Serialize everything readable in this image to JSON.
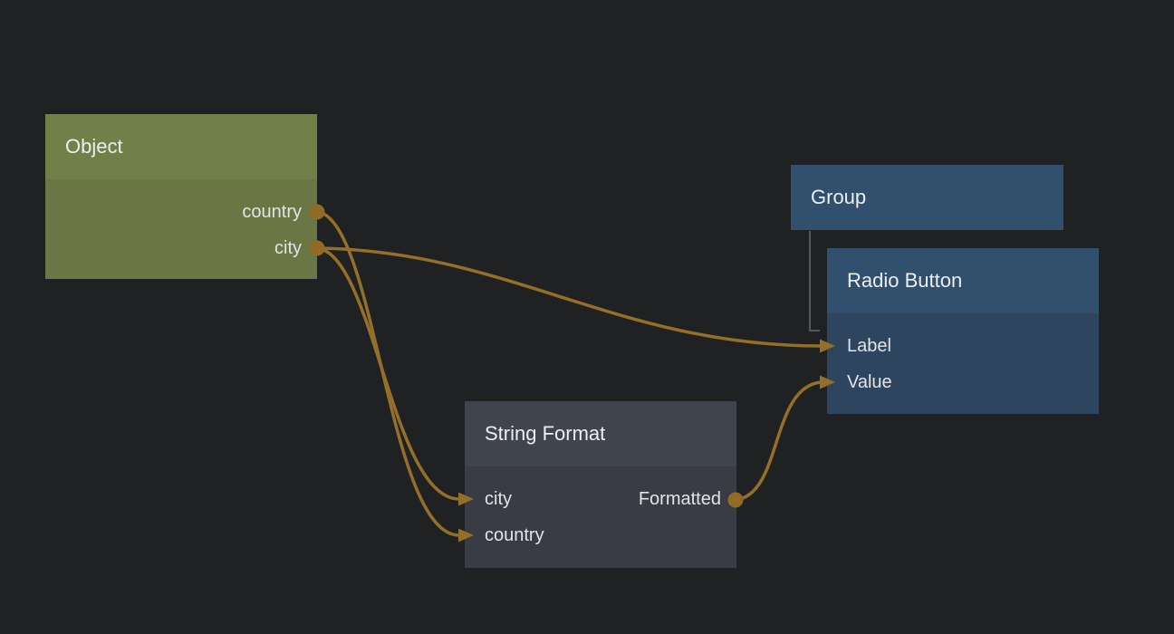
{
  "canvas": {
    "background_color": "#202122",
    "link_color": "#936f2a",
    "port_dot_color": "#8f6b26",
    "group_connector_color": "#55595d",
    "text_color": "#e8eaec"
  },
  "nodes": [
    {
      "id": "object",
      "title": "Object",
      "theme_header_color": "#6f8149",
      "theme_body_color": "#6a7745",
      "inputs": [],
      "outputs": [
        {
          "name": "country"
        },
        {
          "name": "city"
        }
      ]
    },
    {
      "id": "group",
      "title": "Group",
      "theme_header_color": "#31506e",
      "theme_body_color": "#2d455f",
      "inputs": [],
      "outputs": []
    },
    {
      "id": "radio-button",
      "title": "Radio Button",
      "theme_header_color": "#31506e",
      "theme_body_color": "#2d455f",
      "inputs": [
        {
          "name": "Label"
        },
        {
          "name": "Value"
        }
      ],
      "outputs": []
    },
    {
      "id": "string-format",
      "title": "String Format",
      "theme_header_color": "#40444e",
      "theme_body_color": "#393c45",
      "inputs": [
        {
          "name": "city"
        },
        {
          "name": "country"
        }
      ],
      "outputs": [
        {
          "name": "Formatted"
        }
      ]
    }
  ],
  "links": [
    {
      "from": "Object.country",
      "to": "String Format.country"
    },
    {
      "from": "Object.city",
      "to": "String Format.city"
    },
    {
      "from": "Object.city",
      "to": "Radio Button.Label"
    },
    {
      "from": "String Format.Formatted",
      "to": "Radio Button.Value"
    }
  ],
  "group_connector": {
    "from": "Group",
    "to": "Radio Button"
  }
}
